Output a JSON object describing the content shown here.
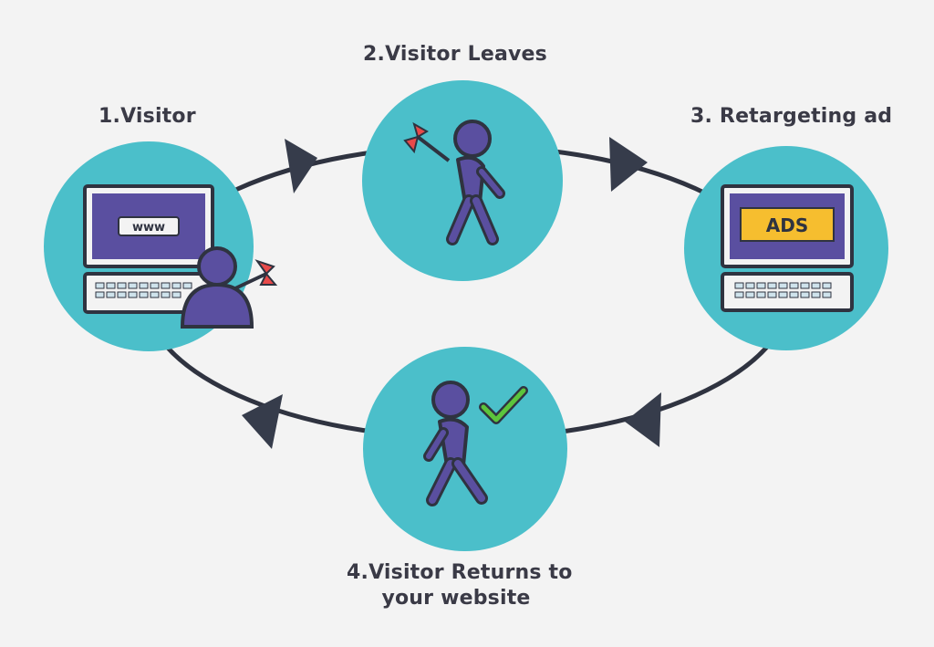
{
  "steps": [
    {
      "label": "1.Visitor"
    },
    {
      "label": "2.Visitor Leaves"
    },
    {
      "label": "3. Retargeting ad"
    },
    {
      "label_line1": "4.Visitor Returns to",
      "label_line2": "your website"
    }
  ],
  "screens": {
    "step1_url_text": "www",
    "step3_ad_text": "ADS"
  },
  "colors": {
    "background": "#f3f3f3",
    "circle": "#4bbfca",
    "outline": "#2f3340",
    "figure": "#5a4fa0",
    "screen": "#5a4fa0",
    "ad_banner": "#f6be2f",
    "arrow_tip": "#e84a4a",
    "check": "#5cc43c"
  },
  "icons": [
    "laptop-icon",
    "person-icon",
    "arrow-icon",
    "walking-person-icon",
    "checkmark-icon"
  ]
}
